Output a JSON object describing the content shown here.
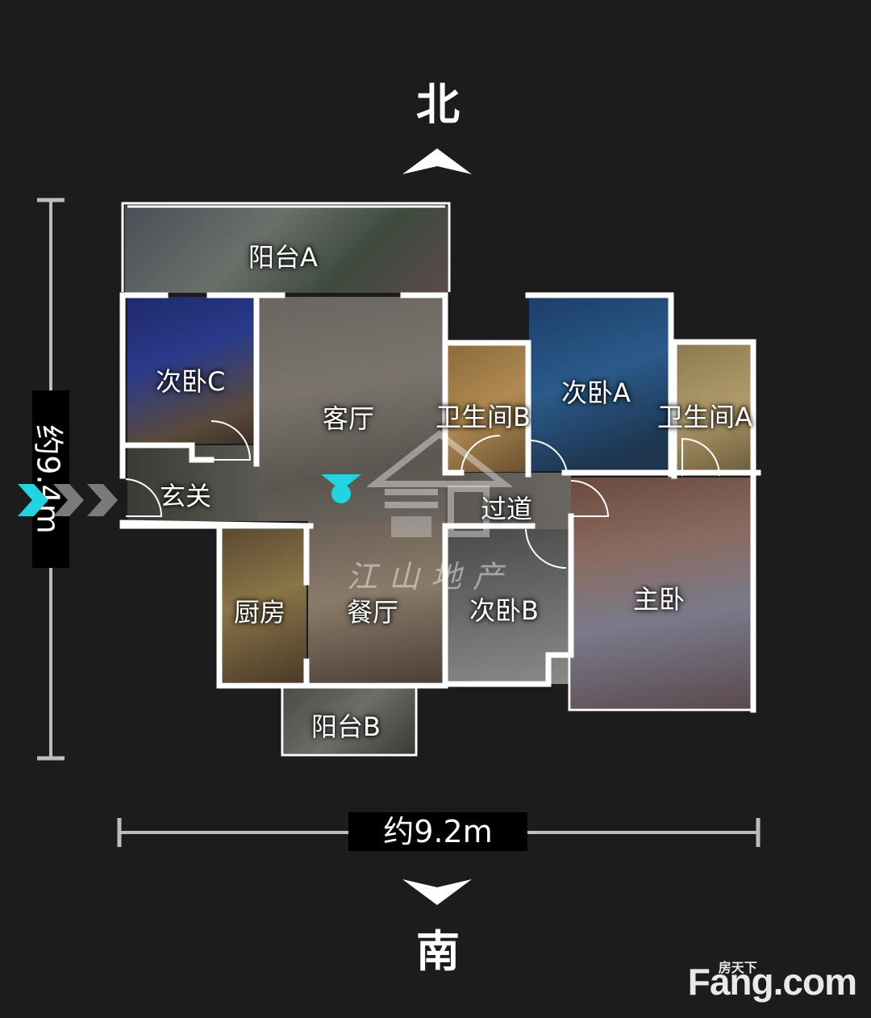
{
  "compass": {
    "north": "北",
    "south": "南"
  },
  "dimensions": {
    "height": "约9.4m",
    "width": "约9.2m"
  },
  "rooms": {
    "balcony_a": "阳台A",
    "bedroom_c": "次卧C",
    "living_room": "客厅",
    "bathroom_b": "卫生间B",
    "bedroom_a": "次卧A",
    "bathroom_a": "卫生间A",
    "entrance": "玄关",
    "corridor": "过道",
    "kitchen": "厨房",
    "dining_room": "餐厅",
    "bedroom_b": "次卧B",
    "master_bedroom": "主卧",
    "balcony_b": "阳台B"
  },
  "watermark": "江山地产",
  "logo": {
    "main": "Fang.com",
    "sub": "房天下"
  },
  "colors": {
    "background": "#1c1c1d",
    "viewpoint": "#22d3e0",
    "walls": "#ffffff"
  }
}
